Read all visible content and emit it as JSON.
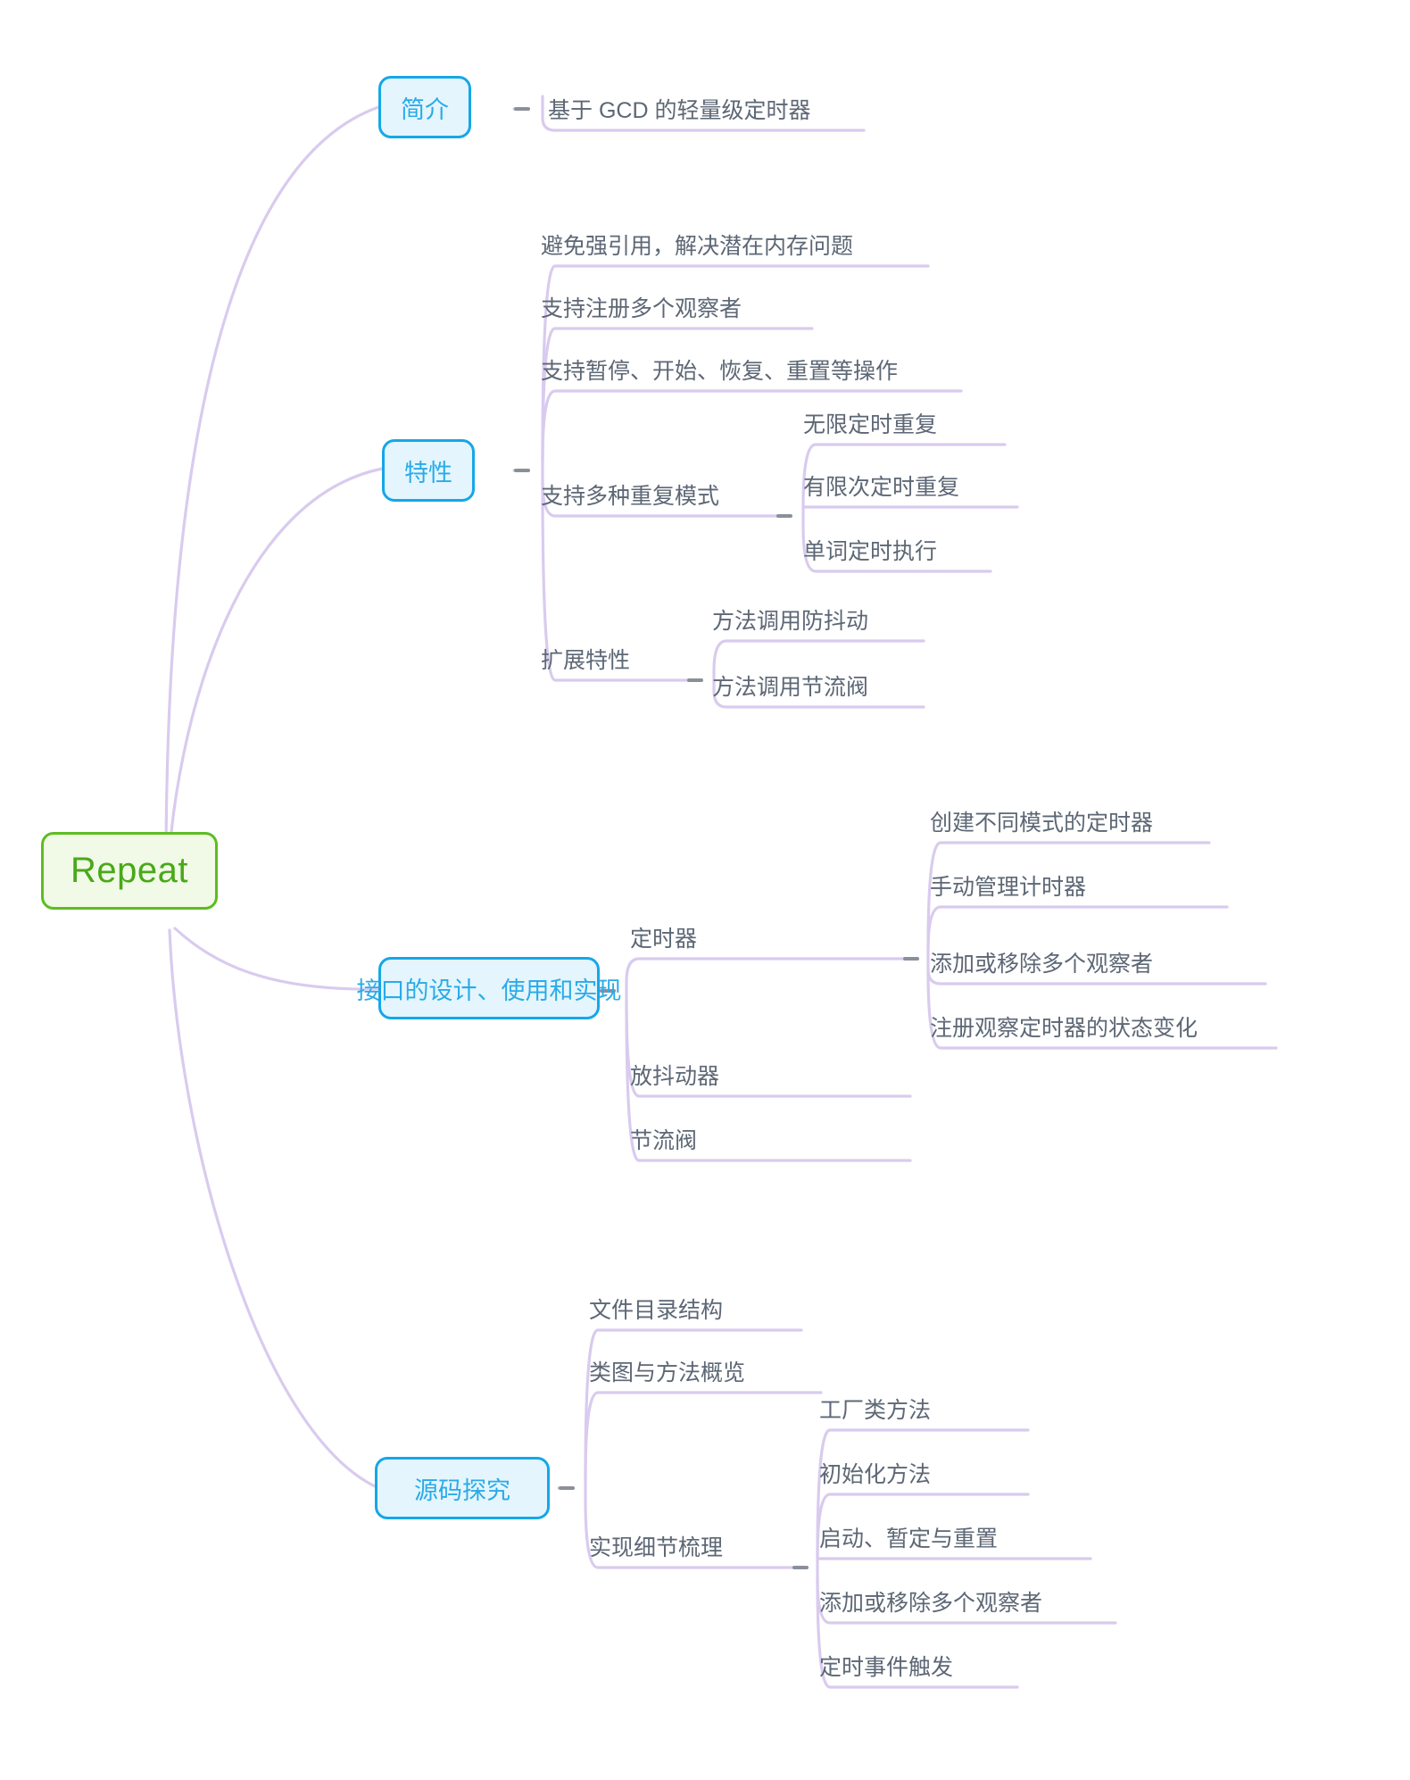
{
  "mindmap": {
    "title": "Repeat",
    "theme": {
      "background": "#ffffff",
      "root_border": "#5cbd20",
      "root_fill": "#f0fae6",
      "root_text": "#4aa81a",
      "branch_border": "#15a7e8",
      "branch_fill": "#e4f5fd",
      "branch_text": "#2aabe8",
      "leaf_text": "#5d6775",
      "link_color": "#d9cbee",
      "toggle_color": "#8a8f99"
    },
    "root": {
      "label": "Repeat"
    },
    "branches": [
      {
        "label": "简介",
        "children": [
          {
            "label": "基于 GCD 的轻量级定时器",
            "children": []
          }
        ]
      },
      {
        "label": "特性",
        "children": [
          {
            "label": "避免强引用，解决潜在内存问题",
            "children": []
          },
          {
            "label": "支持注册多个观察者",
            "children": []
          },
          {
            "label": "支持暂停、开始、恢复、重置等操作",
            "children": []
          },
          {
            "label": "支持多种重复模式",
            "children": [
              {
                "label": "无限定时重复"
              },
              {
                "label": "有限次定时重复"
              },
              {
                "label": "单词定时执行"
              }
            ]
          },
          {
            "label": "扩展特性",
            "children": [
              {
                "label": "方法调用防抖动"
              },
              {
                "label": "方法调用节流阀"
              }
            ]
          }
        ]
      },
      {
        "label": "接口的设计、使用和实现",
        "children": [
          {
            "label": "定时器",
            "children": [
              {
                "label": "创建不同模式的定时器"
              },
              {
                "label": "手动管理计时器"
              },
              {
                "label": "添加或移除多个观察者"
              },
              {
                "label": "注册观察定时器的状态变化"
              }
            ]
          },
          {
            "label": "放抖动器",
            "children": []
          },
          {
            "label": "节流阀",
            "children": []
          }
        ]
      },
      {
        "label": "源码探究",
        "children": [
          {
            "label": "文件目录结构",
            "children": []
          },
          {
            "label": "类图与方法概览",
            "children": []
          },
          {
            "label": "实现细节梳理",
            "children": [
              {
                "label": "工厂类方法"
              },
              {
                "label": "初始化方法"
              },
              {
                "label": "启动、暂定与重置"
              },
              {
                "label": "添加或移除多个观察者"
              },
              {
                "label": "定时事件触发"
              }
            ]
          }
        ]
      }
    ]
  }
}
